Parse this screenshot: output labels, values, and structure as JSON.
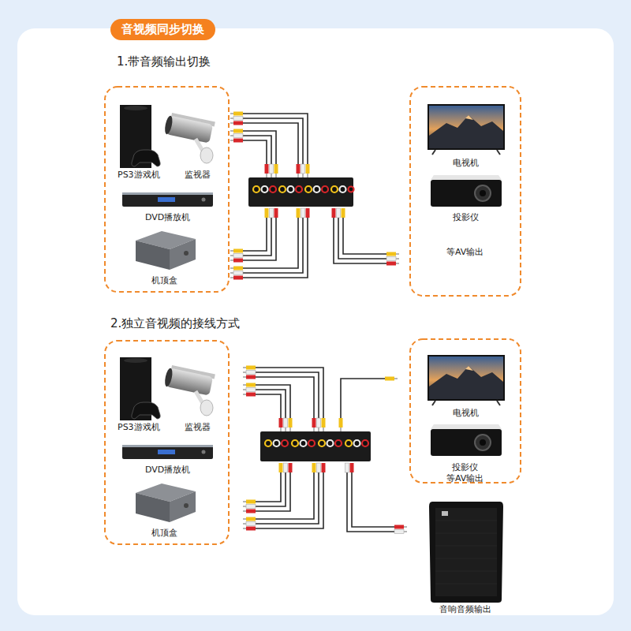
{
  "diagram": {
    "title": "音视频同步切换",
    "nodes": [
      {
        "text": [
          "PS3游戏机"
        ]
      },
      {
        "text": [
          "监视器"
        ]
      },
      {
        "text": [
          "DVD播放机"
        ]
      },
      {
        "text": [
          "机顶盒"
        ]
      },
      {
        "text": [
          "电视机"
        ]
      },
      {
        "text": [
          "投影仪"
        ]
      },
      {
        "text": [
          "PS3游戏机"
        ]
      },
      {
        "text": [
          "监视器"
        ]
      },
      {
        "text": [
          "DVD播放机"
        ]
      },
      {
        "text": [
          "机顶盒"
        ]
      },
      {
        "text": [
          "电视机"
        ]
      },
      {
        "text": [
          "投影仪",
          "等AV输出"
        ]
      },
      {
        "text": [
          "音响音频输出"
        ]
      }
    ],
    "labels": [
      "1.带音频输出切换",
      "等AV输出",
      "2.独立音视频的接线方式"
    ]
  }
}
